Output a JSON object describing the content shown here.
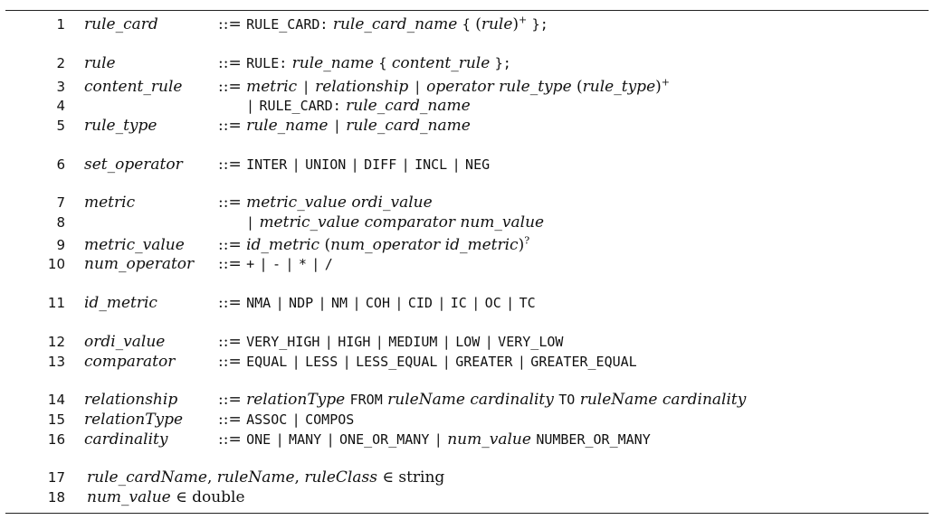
{
  "lines": [
    {
      "no": "1",
      "nt": "rule_card",
      "def": "::= RULE_CARD: rule_card_name { (rule)+ };"
    },
    {
      "no": "2",
      "nt": "rule",
      "def": "::= RULE: rule_name { content_rule };"
    },
    {
      "no": "3",
      "nt": "content_rule",
      "def": "::= metric | relationship | operator rule_type (rule_type)+"
    },
    {
      "no": "4",
      "nt": "",
      "def": "| RULE_CARD: rule_card_name"
    },
    {
      "no": "5",
      "nt": "rule_type",
      "def": "::= rule_name | rule_card_name"
    },
    {
      "no": "6",
      "nt": "set_operator",
      "def": "::= INTER | UNION | DIFF | INCL | NEG"
    },
    {
      "no": "7",
      "nt": "metric",
      "def": "::= metric_value ordi_value"
    },
    {
      "no": "8",
      "nt": "",
      "def": "| metric_value comparator num_value"
    },
    {
      "no": "9",
      "nt": "metric_value",
      "def": "::= id_metric (num_operator id_metric)?"
    },
    {
      "no": "10",
      "nt": "num_operator",
      "def": "::= + | - | * | /"
    },
    {
      "no": "11",
      "nt": "id_metric",
      "def": "::= NMA | NDP | NM | COH | CID | IC | OC | TC"
    },
    {
      "no": "12",
      "nt": "ordi_value",
      "def": "::= VERY_HIGH | HIGH | MEDIUM | LOW | VERY_LOW"
    },
    {
      "no": "13",
      "nt": "comparator",
      "def": "::= EQUAL | LESS | LESS_EQUAL | GREATER | GREATER_EQUAL"
    },
    {
      "no": "14",
      "nt": "relationship",
      "def": "::= relationType FROM ruleName cardinality TO ruleName cardinality"
    },
    {
      "no": "15",
      "nt": "relationType",
      "def": "::= ASSOC | COMPOS"
    },
    {
      "no": "16",
      "nt": "cardinality",
      "def": "::= ONE | MANY | ONE_OR_MANY | num_value NUMBER_OR_MANY"
    },
    {
      "no": "17",
      "nt": "",
      "def": "rule_cardName, ruleName, ruleClass ∈ string"
    },
    {
      "no": "18",
      "nt": "",
      "def": "num_value ∈ double"
    }
  ]
}
